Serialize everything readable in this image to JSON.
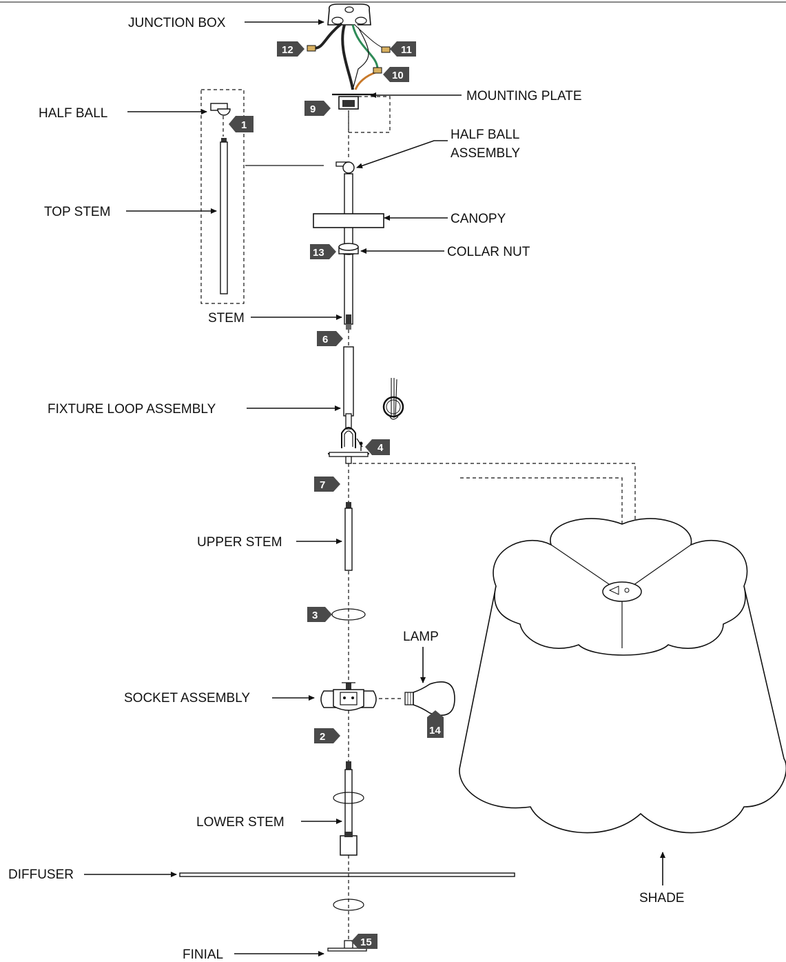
{
  "labels": {
    "junction_box": "JUNCTION BOX",
    "mounting_plate": "MOUNTING PLATE",
    "half_ball": "HALF BALL",
    "half_ball_assembly_1": "HALF BALL",
    "half_ball_assembly_2": "ASSEMBLY",
    "top_stem": "TOP STEM",
    "canopy": "CANOPY",
    "collar_nut": "COLLAR NUT",
    "stem": "STEM",
    "fixture_loop_assembly": "FIXTURE LOOP ASSEMBLY",
    "upper_stem": "UPPER STEM",
    "lamp": "LAMP",
    "socket_assembly": "SOCKET ASSEMBLY",
    "lower_stem": "LOWER STEM",
    "diffuser": "DIFFUSER",
    "shade": "SHADE",
    "finial": "FINIAL"
  },
  "steps": {
    "s1": "1",
    "s2": "2",
    "s3": "3",
    "s4": "4",
    "s6": "6",
    "s7": "7",
    "s9": "9",
    "s10": "10",
    "s11": "11",
    "s12": "12",
    "s13": "13",
    "s14": "14",
    "s15": "15"
  },
  "colors": {
    "badge": "#4a4a4a",
    "ink": "#111111",
    "wire_green": "#2e8b57",
    "wire_copper": "#c8792a"
  }
}
